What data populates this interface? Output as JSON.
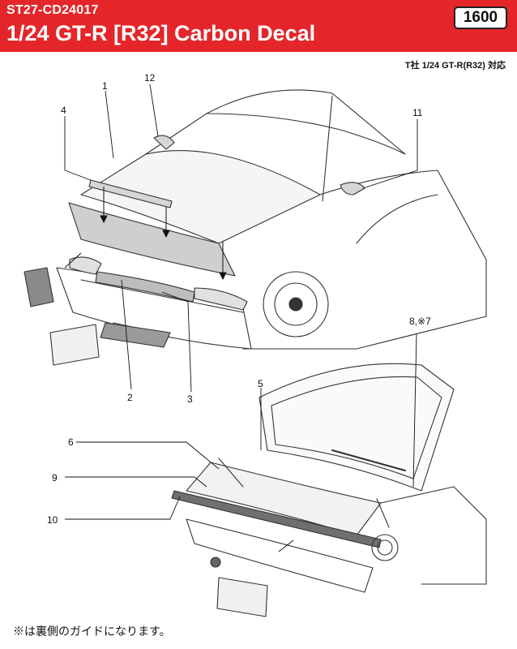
{
  "header": {
    "product_code": "ST27-CD24017",
    "title": "1/24  GT-R [R32] Carbon Decal",
    "price": "1600",
    "compatibility": "T社 1/24 GT-R(R32) 対応"
  },
  "callouts": {
    "c1": "1",
    "c2": "2",
    "c3": "3",
    "c4": "4",
    "c5": "5",
    "c6": "6",
    "c8": "8,※7",
    "c9": "9",
    "c10": "10",
    "c11": "11",
    "c12": "12"
  },
  "footer": {
    "note": "※は裏側のガイドになります。"
  },
  "colors": {
    "header_red": "#e4262a",
    "line": "#333333"
  }
}
